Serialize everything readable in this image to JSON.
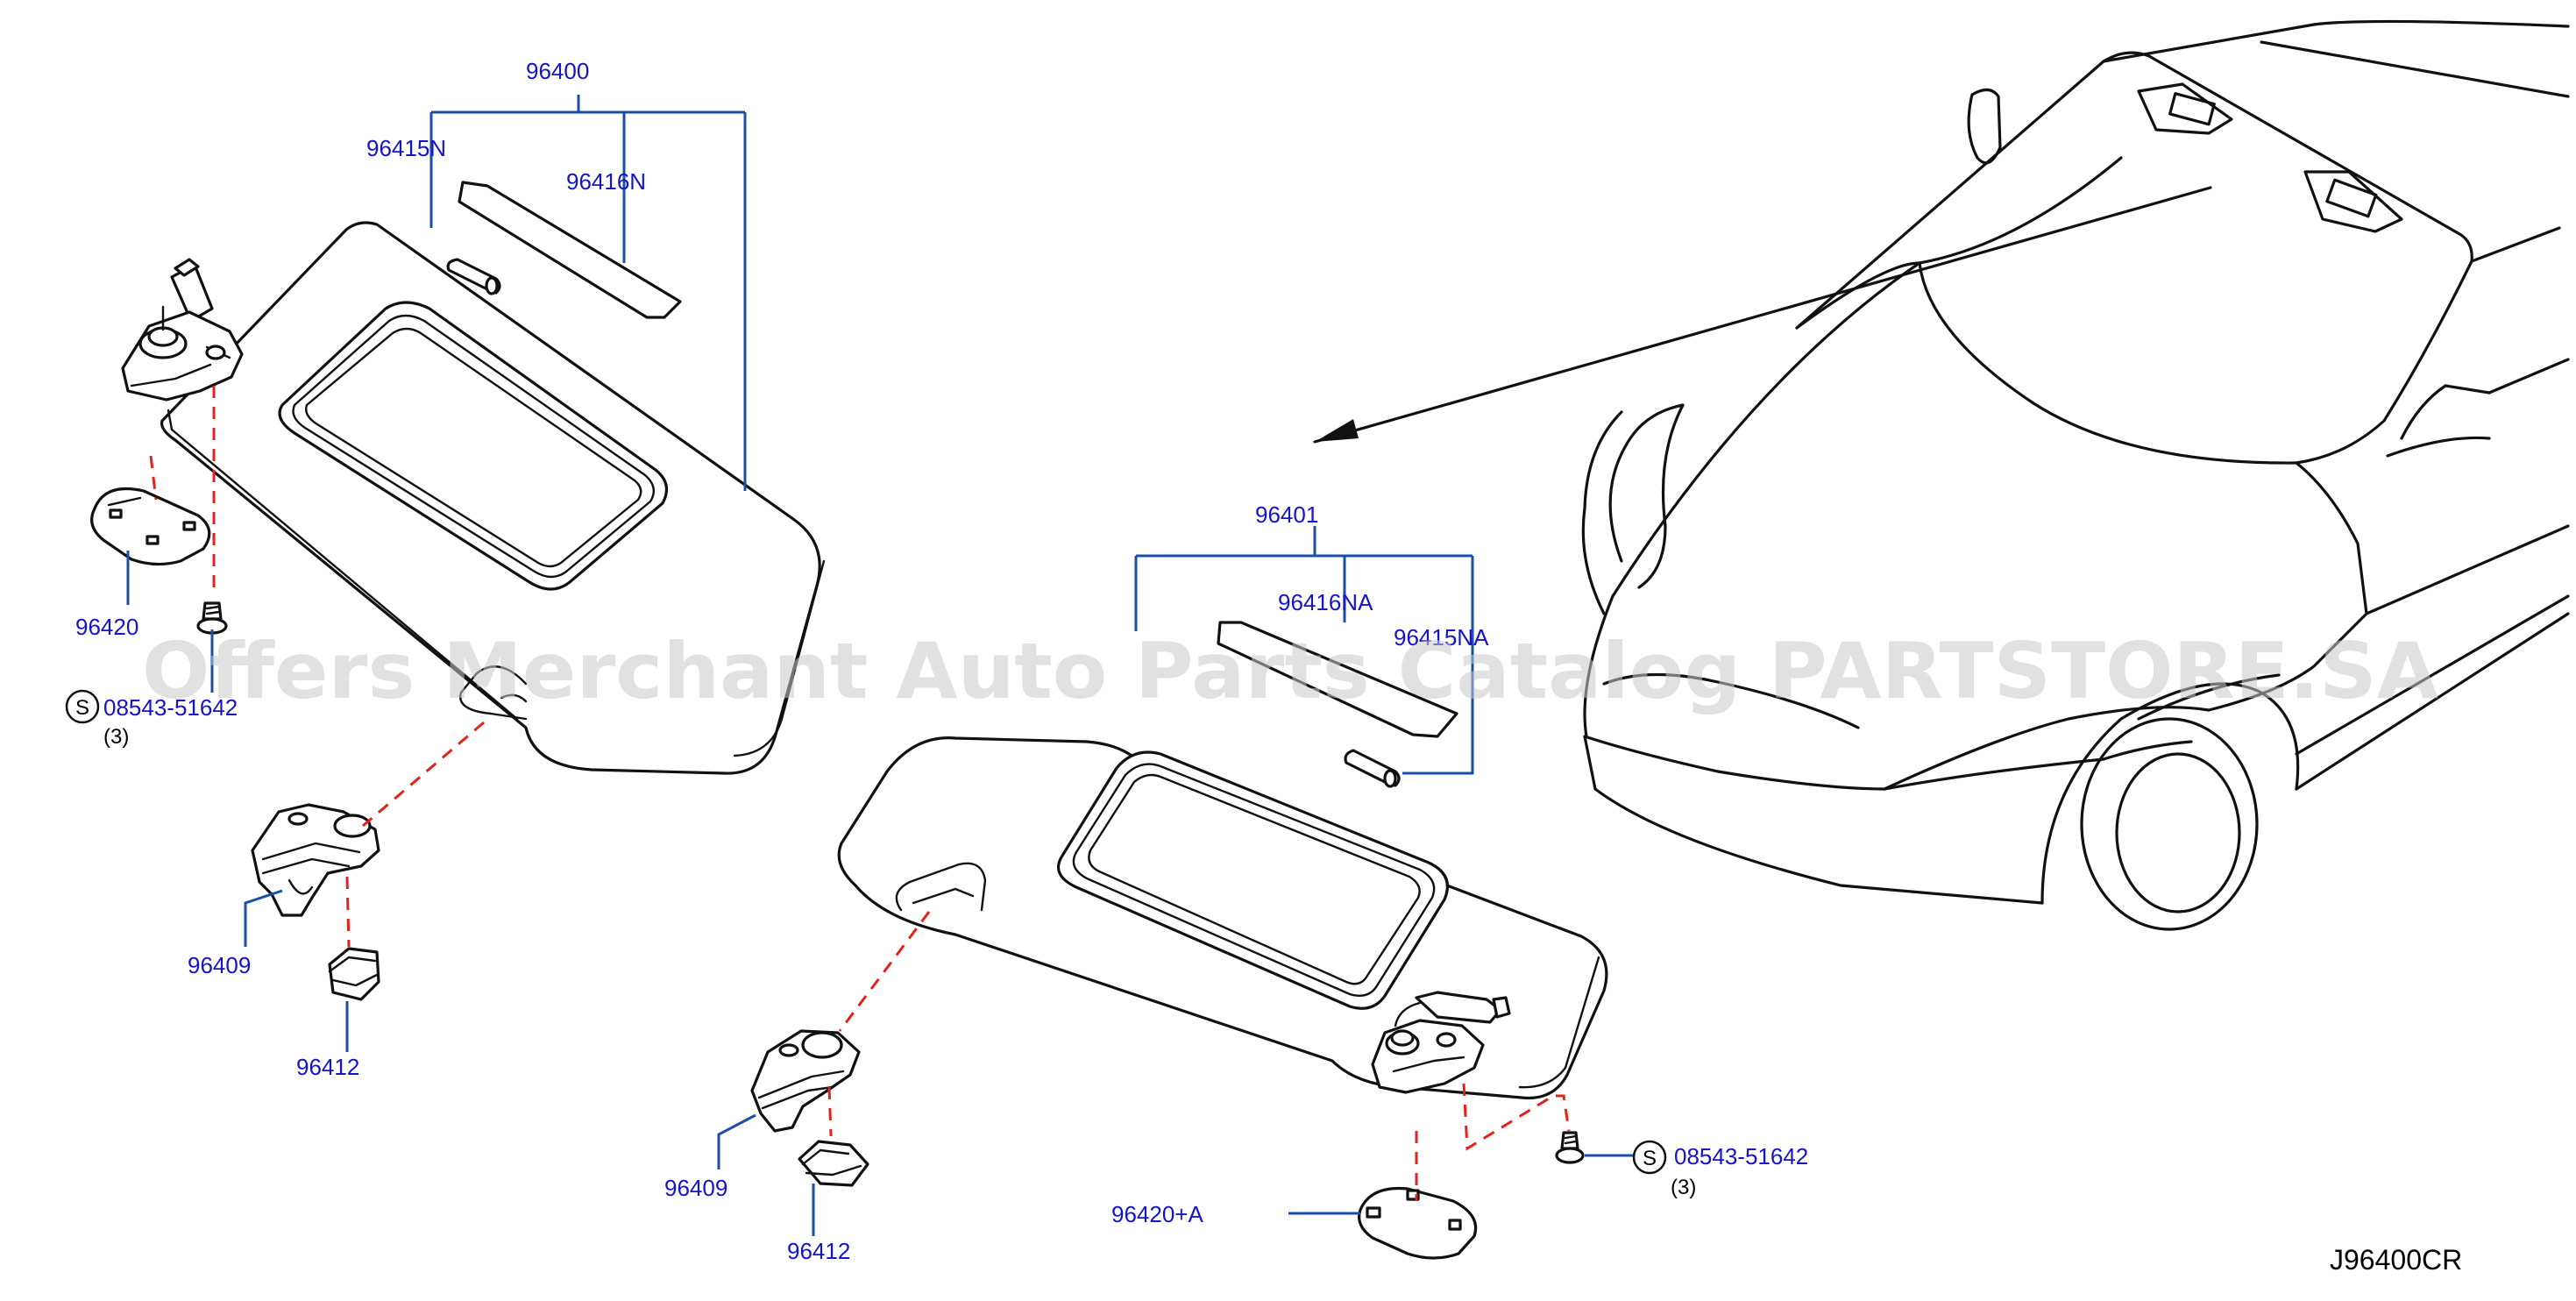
{
  "diagram": {
    "watermark": "Offers Merchant Auto Parts Catalog PARTSTORE.SA",
    "drawing_code": "J96400CR",
    "parts": {
      "p96400": "96400",
      "p96415N": "96415N",
      "p96416N": "96416N",
      "p96420": "96420",
      "p96409_left": "96409",
      "p96412_left": "96412",
      "p96401": "96401",
      "p96416NA": "96416NA",
      "p96415NA": "96415NA",
      "p96409_right": "96409",
      "p96412_right": "96412",
      "p96420A": "96420+A"
    },
    "screws": {
      "left": {
        "symbol": "S",
        "part": "08543-51642",
        "qty": "(3)"
      },
      "right": {
        "symbol": "S",
        "part": "08543-51642",
        "qty": "(3)"
      }
    },
    "colors": {
      "label_blue": "#1414c8",
      "bracket_blue": "#1a4fa8",
      "dash_red": "#e0241c",
      "outline": "#111111"
    }
  }
}
